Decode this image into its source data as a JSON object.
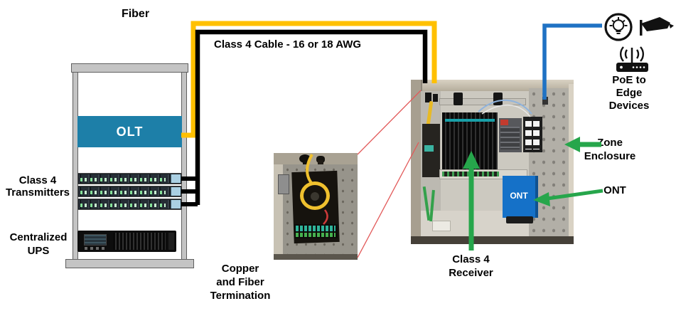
{
  "labels": {
    "fiber": "Fiber",
    "class4_cable": "Class 4 Cable - 16 or 18 AWG",
    "olt": "OLT",
    "transmitters_line1": "Class 4",
    "transmitters_line2": "Transmitters",
    "ups_line1": "Centralized",
    "ups_line2": "UPS",
    "termination_line1": "Copper",
    "termination_line2": "and Fiber",
    "termination_line3": "Termination",
    "receiver_line1": "Class 4",
    "receiver_line2": "Receiver",
    "zone_line1": "Zone",
    "zone_line2": "Enclosure",
    "ont_label": "ONT",
    "ont_box_text": "ONT",
    "poe_line1": "PoE to",
    "poe_line2": "Edge",
    "poe_line3": "Devices"
  },
  "colors": {
    "fiber_yellow": "#FFC000",
    "class4_black": "#000000",
    "poe_blue": "#1F72C4",
    "olt_teal": "#1D7FA8",
    "ont_blue": "#1571C8",
    "arrow_green": "#26A64B",
    "callout_red": "#E25959",
    "icon_black": "#111111"
  },
  "icons": {
    "lightbulb": "lightbulb-icon",
    "security_camera": "security-camera-icon",
    "wireless_router": "wireless-router-icon"
  }
}
